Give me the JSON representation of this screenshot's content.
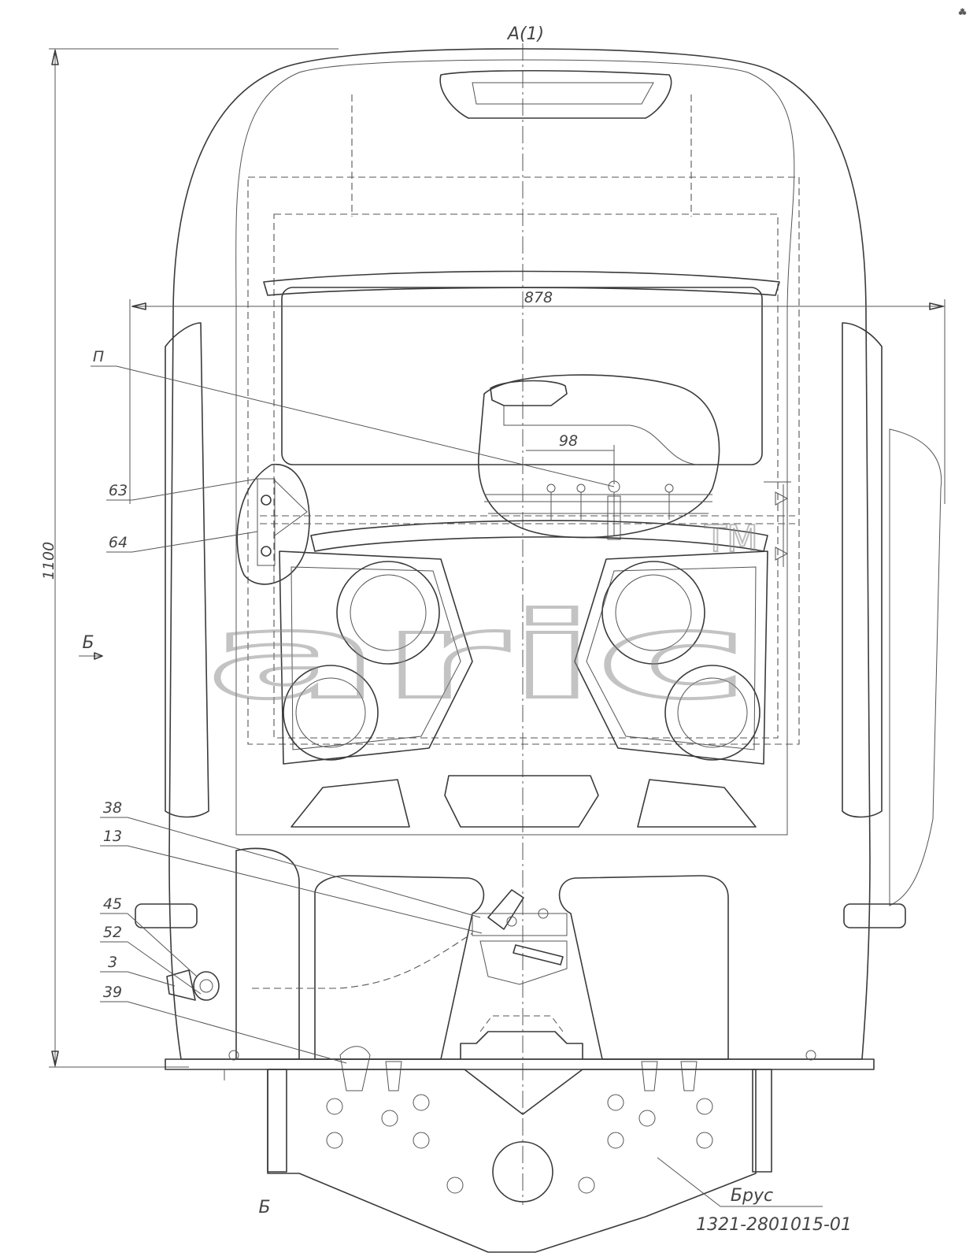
{
  "view_label": "A(1)",
  "dimensions": {
    "width": "878",
    "height": "1100",
    "detail": "98"
  },
  "callouts": {
    "p": "П",
    "c63": "63",
    "c64": "64",
    "c38": "38",
    "c13": "13",
    "c45": "45",
    "c52": "52",
    "c3": "3",
    "c39": "39"
  },
  "section": {
    "arrow_top": "Б",
    "arrow_bottom": "Б"
  },
  "part": {
    "name": "Брус",
    "number": "1321-2801015-01"
  },
  "watermark": {
    "brand": "aric",
    "tm": "TM"
  }
}
